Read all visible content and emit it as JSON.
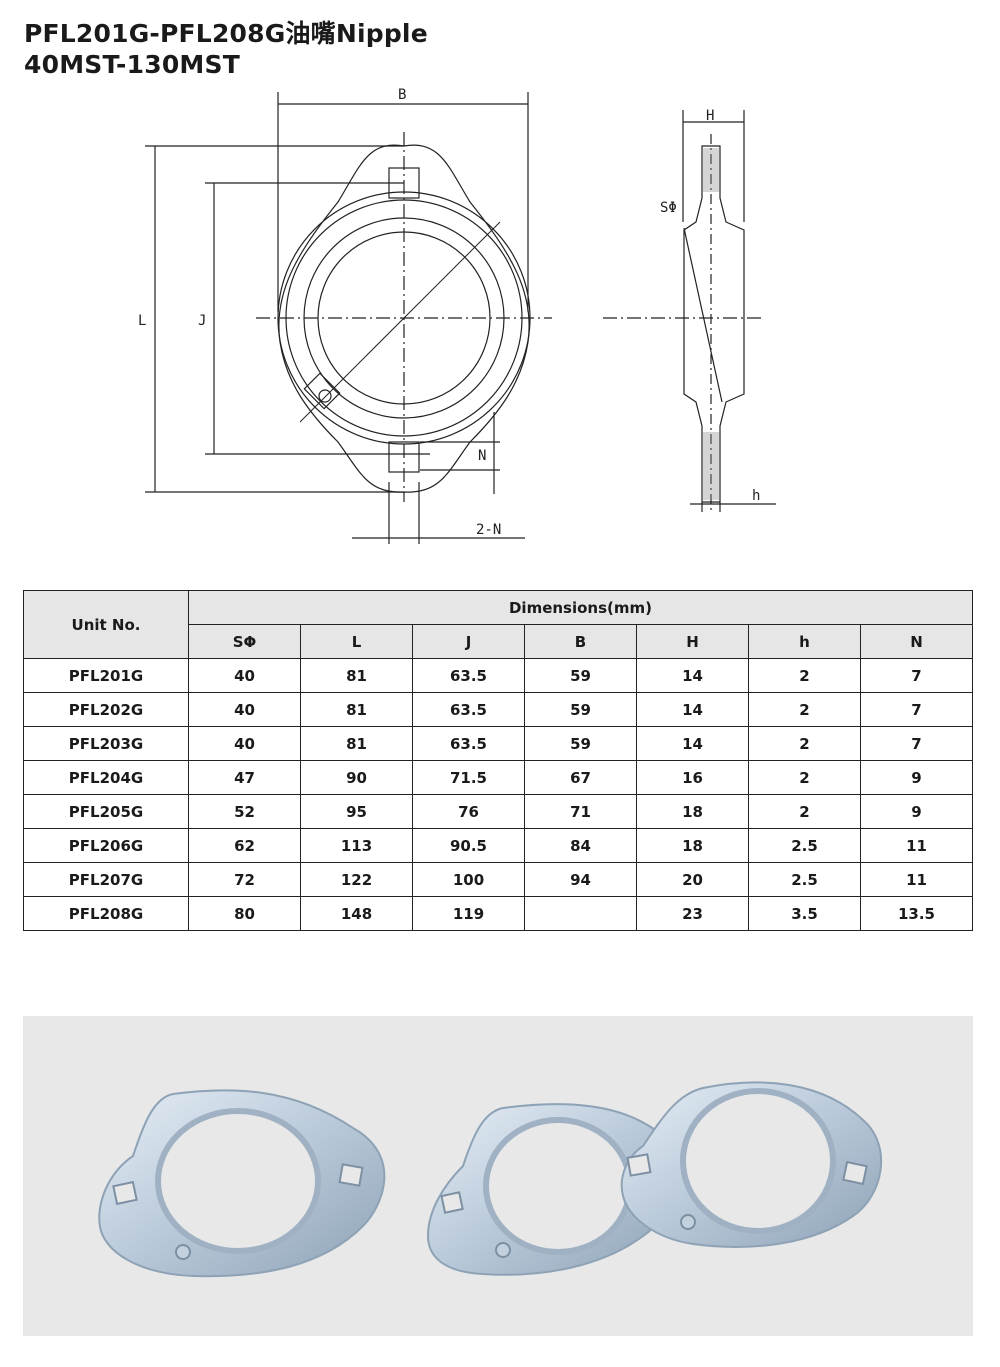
{
  "title": {
    "line1": "PFL201G-PFL208G油嘴Nipple",
    "line2": "40MST-130MST"
  },
  "drawing": {
    "labels": {
      "B": "B",
      "L": "L",
      "J": "J",
      "N": "N",
      "two_n": "2-N",
      "H": "H",
      "s_phi": "SΦ",
      "h": "h"
    }
  },
  "table": {
    "unit_header": "Unit  No.",
    "group_header": "Dimensions(mm)",
    "columns": [
      "SΦ",
      "L",
      "J",
      "B",
      "H",
      "h",
      "N"
    ],
    "rows": [
      {
        "unit": "PFL201G",
        "cells": [
          "40",
          "81",
          "63.5",
          "59",
          "14",
          "2",
          "7"
        ]
      },
      {
        "unit": "PFL202G",
        "cells": [
          "40",
          "81",
          "63.5",
          "59",
          "14",
          "2",
          "7"
        ]
      },
      {
        "unit": "PFL203G",
        "cells": [
          "40",
          "81",
          "63.5",
          "59",
          "14",
          "2",
          "7"
        ]
      },
      {
        "unit": "PFL204G",
        "cells": [
          "47",
          "90",
          "71.5",
          "67",
          "16",
          "2",
          "9"
        ]
      },
      {
        "unit": "PFL205G",
        "cells": [
          "52",
          "95",
          "76",
          "71",
          "18",
          "2",
          "9"
        ]
      },
      {
        "unit": "PFL206G",
        "cells": [
          "62",
          "113",
          "90.5",
          "84",
          "18",
          "2.5",
          "11"
        ]
      },
      {
        "unit": "PFL207G",
        "cells": [
          "72",
          "122",
          "100",
          "94",
          "20",
          "2.5",
          "11"
        ]
      },
      {
        "unit": "PFL208G",
        "cells": [
          "80",
          "148",
          "119",
          "",
          "23",
          "3.5",
          "13.5"
        ]
      }
    ]
  },
  "colors": {
    "steel": "#c9d6e4",
    "steel_dark": "#8fa3b8",
    "photo_bg": "#e8e8e8",
    "header_bg": "#e6e6e6"
  }
}
